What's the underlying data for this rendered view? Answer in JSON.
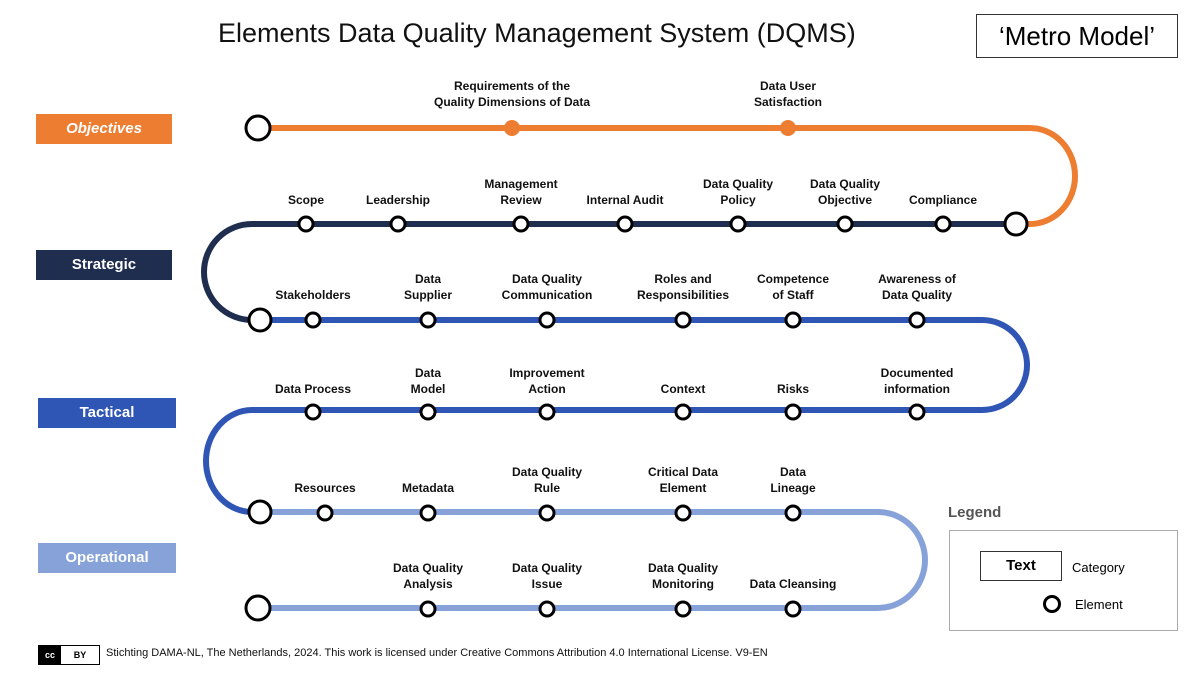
{
  "title": "Elements Data Quality Management System (DQMS)",
  "model_label": "‘Metro Model’",
  "colors": {
    "objectives": "#ED7D31",
    "strategic": "#1F2D4F",
    "tactical": "#2F55B5",
    "operational": "#86A2D9"
  },
  "categories": [
    {
      "label": "Objectives"
    },
    {
      "label": "Strategic"
    },
    {
      "label": "Tactical"
    },
    {
      "label": "Operational"
    }
  ],
  "lines": {
    "objectives": [
      "Requirements of the|Quality Dimensions of Data",
      "Data User|Satisfaction"
    ],
    "strategic": [
      "Scope",
      "Leadership",
      "Management|Review",
      "Internal Audit",
      "Data Quality|Policy",
      "Data Quality|Objective",
      "Compliance"
    ],
    "tactical_a": [
      "Stakeholders",
      "Data|Supplier",
      "Data Quality|Communication",
      "Roles and|Responsibilities",
      "Competence|of Staff",
      "Awareness of|Data Quality"
    ],
    "tactical_b": [
      "Data Process",
      "Data|Model",
      "Improvement|Action",
      "Context",
      "Risks",
      "Documented|information"
    ],
    "operational_a": [
      "Resources",
      "Metadata",
      "Data Quality|Rule",
      "Critical Data|Element",
      "Data|Lineage"
    ],
    "operational_b": [
      "Data Quality|Analysis",
      "Data Quality|Issue",
      "Data Quality|Monitoring",
      "Data Cleansing"
    ]
  },
  "legend": {
    "title": "Legend",
    "sample_text": "Text",
    "category_label": "Category",
    "element_label": "Element"
  },
  "license": {
    "badge_cc": "cc",
    "badge_by": "BY",
    "text": "Stichting DAMA-NL, The Netherlands, 2024. This work is licensed under Creative Commons Attribution 4.0 International License. V9-EN"
  }
}
